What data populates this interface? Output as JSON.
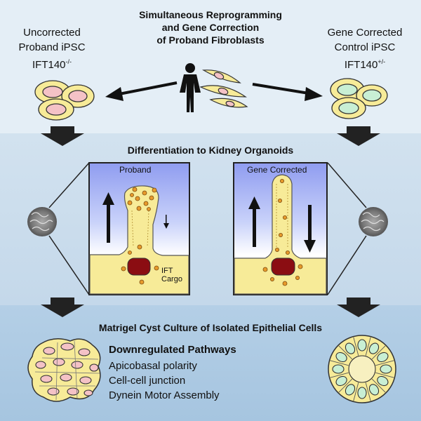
{
  "top": {
    "title_lines": [
      "Simultaneous Reprogramming",
      "and Gene Correction",
      "of Proband Fibroblasts"
    ],
    "left_label": {
      "line1": "Uncorrected",
      "line2": "Proband iPSC",
      "line3_base": "IFT140",
      "line3_sup": "-/-"
    },
    "right_label": {
      "line1": "Gene Corrected",
      "line2": "Control iPSC",
      "line3_base": "IFT140",
      "line3_sup": "+/-"
    }
  },
  "middle": {
    "title": "Differentiation to Kidney Organoids",
    "left_panel": {
      "label": "Proband",
      "annotation_line1": "IFT",
      "annotation_line2": "Cargo"
    },
    "right_panel": {
      "label": "Gene Corrected"
    }
  },
  "bottom": {
    "title": "Matrigel Cyst Culture of Isolated Epithelial Cells",
    "pathways_title": "Downregulated Pathways",
    "pathways": [
      "Apicobasal polarity",
      "Cell-cell junction",
      "Dynein Motor Assembly"
    ]
  },
  "colors": {
    "cell_fill": "#f7eb98",
    "nucleus_proband": "#f4c2c6",
    "nucleus_corrected": "#c8efd4",
    "organelle": "#8b0d12",
    "cargo": "#e79a2b"
  },
  "icons": [
    "person-icon",
    "fibroblast-icon",
    "arrow-icon",
    "organoid-icon",
    "cilium-icon",
    "cyst-icon"
  ]
}
